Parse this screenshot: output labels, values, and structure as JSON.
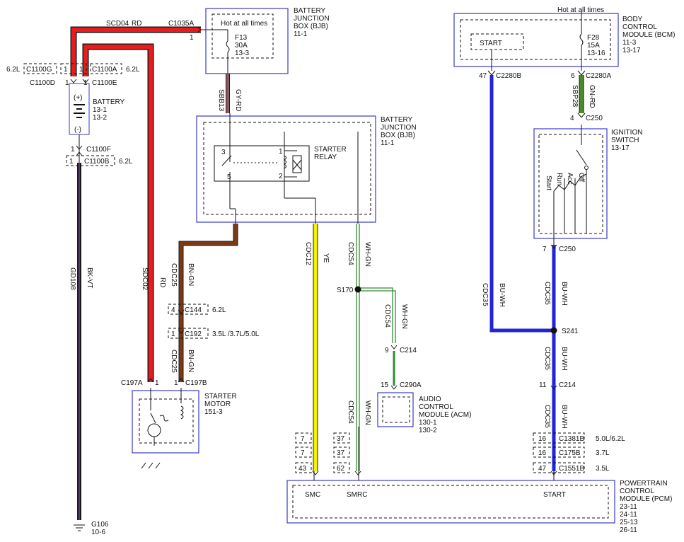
{
  "modules": {
    "bjb_top": {
      "name": [
        "BATTERY",
        "JUNCTION",
        "BOX (BJB)"
      ],
      "ref": "11-1",
      "hot": "Hot at all times",
      "fuse": [
        "F13",
        "30A",
        "13-3"
      ]
    },
    "bjb_mid": {
      "name": [
        "BATTERY",
        "JUNCTION",
        "BOX (BJB)"
      ],
      "ref": "11-1",
      "relay": [
        "STARTER",
        "RELAY"
      ],
      "pins": [
        "3",
        "5",
        "1",
        "2"
      ]
    },
    "bcm": {
      "name": [
        "BODY",
        "CONTROL",
        "MODULE (BCM)"
      ],
      "refs": [
        "11-3",
        "13-17"
      ],
      "hot": "Hot at all times",
      "start": "START",
      "fuse": [
        "F28",
        "15A",
        "13-16"
      ]
    },
    "ignition": {
      "name": [
        "IGNITION",
        "SWITCH"
      ],
      "ref": "13-17",
      "positions": [
        "Start",
        "Run",
        "Acc",
        "Off"
      ]
    },
    "battery": {
      "name": "BATTERY",
      "refs": [
        "13-1",
        "13-2"
      ],
      "plus": "(+)",
      "minus": "(-)"
    },
    "motor": {
      "name": [
        "STARTER",
        "MOTOR"
      ],
      "ref": "151-3"
    },
    "acm": {
      "name": [
        "AUDIO",
        "CONTROL",
        "MODULE (ACM)"
      ],
      "refs": [
        "130-1",
        "130-2"
      ]
    },
    "pcm": {
      "name": [
        "POWERTRAIN",
        "CONTROL",
        "MODULE (PCM)"
      ],
      "refs": [
        "23-11",
        "24-11",
        "25-13",
        "26-11"
      ],
      "pins": [
        "SMC",
        "SMRC",
        "START"
      ]
    }
  },
  "wires": {
    "scd04": {
      "circuit": "SCD04",
      "color": "RD"
    },
    "sdc02": {
      "circuit": "SDC02",
      "color": "RD"
    },
    "gd108": {
      "circuit": "GD108",
      "color": "BK-VT"
    },
    "sbb13": {
      "circuit": "SBB13",
      "color": "GY-RD"
    },
    "cdc25a": {
      "circuit": "CDC25",
      "color": "BN-GN"
    },
    "cdc25b": {
      "circuit": "CDC25",
      "color": "BN-GN"
    },
    "cdc12": {
      "circuit": "CDC12",
      "color": "YE"
    },
    "cdc54a": {
      "circuit": "CDC54",
      "color": "WH-GN"
    },
    "cdc54b": {
      "circuit": "CDC54",
      "color": "WH-GN"
    },
    "cdc54c": {
      "circuit": "CDC54",
      "color": "WH-GN"
    },
    "sbp28": {
      "circuit": "SBP28",
      "color": "GN-RD"
    },
    "cdc35a": {
      "circuit": "CDC35",
      "color": "BU-WH"
    },
    "cdc35b": {
      "circuit": "CDC35",
      "color": "BU-WH"
    },
    "cdc35c": {
      "circuit": "CDC35",
      "color": "BU-WH"
    },
    "cdc35d": {
      "circuit": "CDC35",
      "color": "BU-WH"
    }
  },
  "connectors": {
    "c1035a": {
      "name": "C1035A",
      "pin": "1"
    },
    "c1100g": {
      "name": "C1100G",
      "pin": "1",
      "note": "6.2L"
    },
    "c1100a": {
      "name": "C1100A",
      "pin": "1",
      "note": "6.2L"
    },
    "c1100d": {
      "name": "C1100D",
      "pin": "1"
    },
    "c1100e": {
      "name": "C1100E",
      "pin": "1"
    },
    "c1100f": {
      "name": "C1100F",
      "pin": "1"
    },
    "c1100b": {
      "name": "C1100B",
      "pin": "1",
      "note": "6.2L"
    },
    "c144": {
      "name": "C144",
      "pin": "4",
      "note": "6.2L"
    },
    "c192": {
      "name": "C192",
      "pin": "1",
      "note": "3.5L /3.7L/5.0L"
    },
    "c197a": {
      "name": "C197A",
      "pin": "1"
    },
    "c197b": {
      "name": "C197B",
      "pin": "1"
    },
    "c214a": {
      "name": "C214",
      "pin": "9"
    },
    "c290a": {
      "name": "C290A",
      "pin": "15"
    },
    "c2280b": {
      "name": "C2280B",
      "pin": "47"
    },
    "c2280a": {
      "name": "C2280A",
      "pin": "6"
    },
    "c250a": {
      "name": "C250",
      "pin": "4"
    },
    "c250b": {
      "name": "C250",
      "pin": "7"
    },
    "c214b": {
      "name": "C214",
      "pin": "11"
    },
    "c1381b": {
      "name": "C1381B",
      "pin": "16",
      "note": "5.0L/6.2L"
    },
    "c175b": {
      "name": "C175B",
      "pin": "16",
      "note": "3.7L"
    },
    "c1551b": {
      "name": "C1551B",
      "pin": "47",
      "note": "3.5L"
    },
    "pcm_pins": {
      "left": [
        "7",
        "7",
        "43"
      ],
      "mid": [
        "37",
        "37",
        "62"
      ]
    }
  },
  "splices": {
    "s170": "S170",
    "s241": "S241"
  },
  "ground": {
    "name": "G106",
    "ref": "10-6"
  },
  "colors": {
    "red": "#e81c1c",
    "black": "#1a1a1a",
    "brown": "#7a3a16",
    "grayred": "#8c5a63",
    "yellow": "#f3f300",
    "green": "#2e8b2e",
    "blue": "#2323d8",
    "module": "#3a3ac8"
  }
}
